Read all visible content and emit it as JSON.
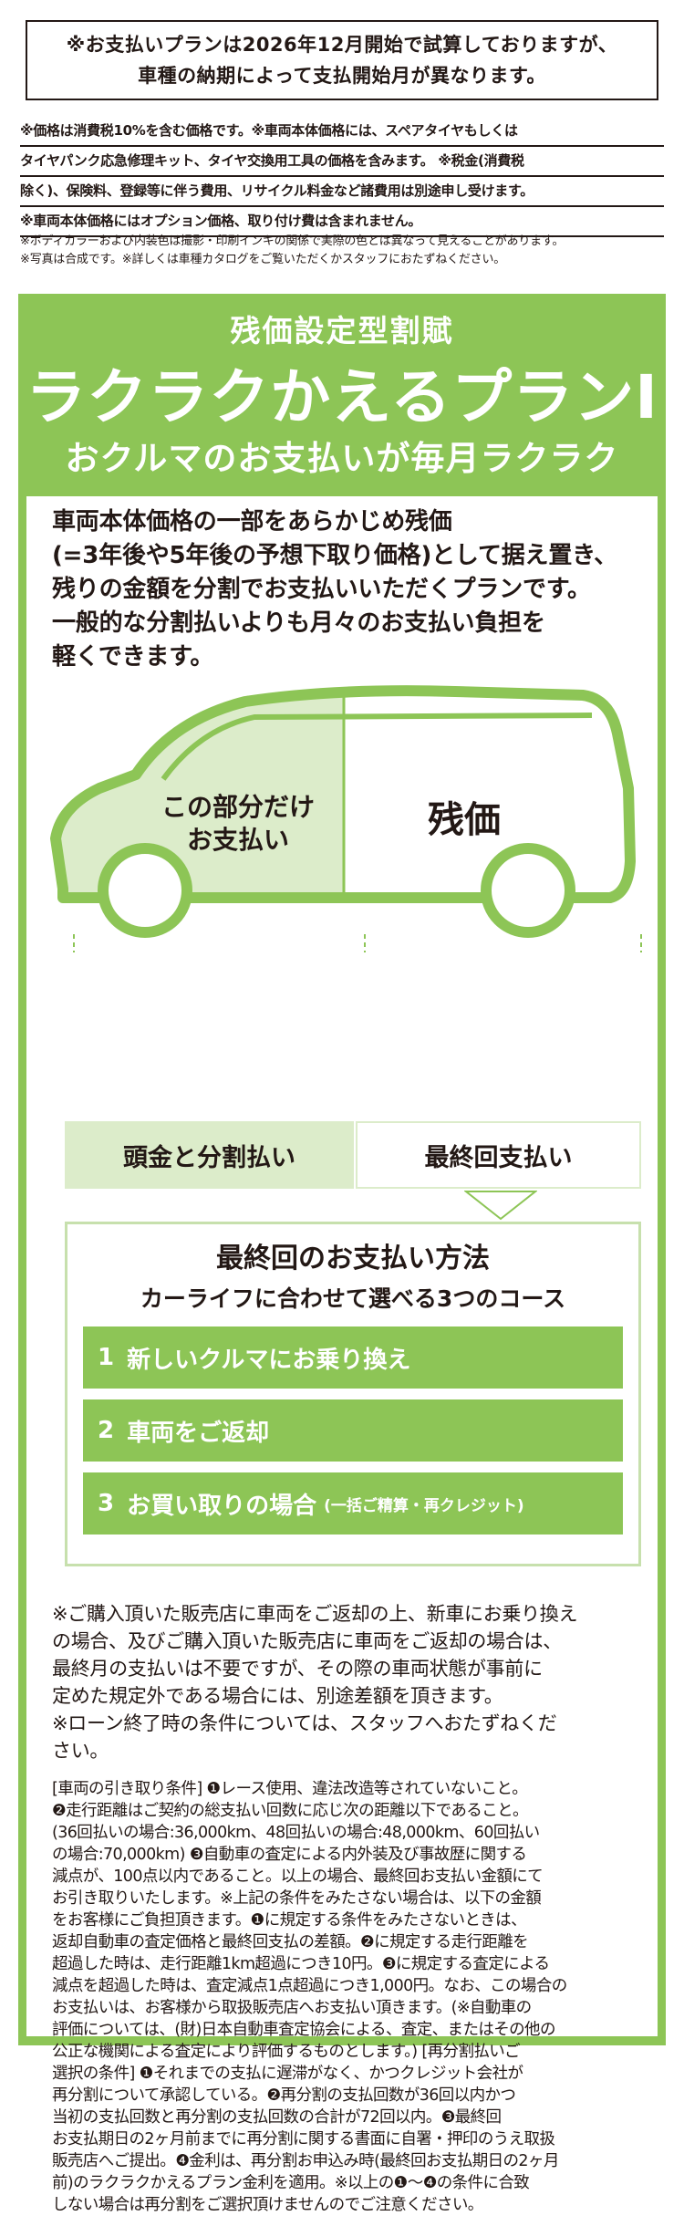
{
  "top_notice": {
    "lines": [
      "※お支払いプランは2026年12月開始で試算しておりますが、",
      "車種の納期によって支払開始月が異なります。"
    ]
  },
  "price_notes": [
    "※価格は消費税10%を含む価格です。※車両本体価格には、スペアタイヤもしくは",
    "タイヤパンク応急修理キット、タイヤ交換用工具の価格を含みます。 ※税金(消費税",
    "除く)、保険料、登録等に伴う費用、リサイクル料金など諸費用は別途申し受けます。",
    "※車両本体価格にはオプション価格、取り付け費は含まれません。"
  ],
  "fine_print": [
    "※ボディカラーおよび内装色は撮影・印刷インキの関係で実際の色とは異なって見えることがあります。",
    "※写真は合成です。※詳しくは車種カタログをご覧いただくかスタッフにおたずねください。"
  ],
  "plan": {
    "subtitle": "残価設定型割賦",
    "title": "ラクラクかえるプランⅠ",
    "tagline": "おクルマのお支払いが毎月ラクラク",
    "intro_lines": [
      "車両本体価格の一部をあらかじめ残価",
      "(=3年後や5年後の予想下取り価格)として据え置き、",
      "残りの金額を分割でお支払いいただくプランです。",
      "一般的な分割払いよりも月々のお支払い負担を",
      "軽くできます。"
    ],
    "car_left_label": [
      "この部分だけ",
      "お支払い"
    ],
    "car_right_label": "残価",
    "split_left": "頭金と分割払い",
    "split_right": "最終回支払い",
    "method_title": "最終回のお支払い方法",
    "method_subtitle": "カーライフに合わせて選べる3つのコース",
    "courses": [
      {
        "num": "1",
        "label": "新しいクルマにお乗り換え",
        "note": ""
      },
      {
        "num": "2",
        "label": "車両をご返却",
        "note": ""
      },
      {
        "num": "3",
        "label": "お買い取りの場合",
        "note": "(一括ご精算・再クレジット)"
      }
    ]
  },
  "notes": [
    "※ご購入頂いた販売店に車両をご返却の上、新車にお乗り換え",
    "の場合、及びご購入頂いた販売店に車両をご返却の場合は、",
    "最終月の支払いは不要ですが、その際の車両状態が事前に",
    "定めた規定外である場合には、別途差額を頂きます。",
    "※ローン終了時の条件については、スタッフへおたずねくだ",
    "さい。"
  ],
  "conditions": [
    "[車両の引き取り条件] ❶レース使用、違法改造等されていないこと。",
    "❷走行距離はご契約の総支払い回数に応じ次の距離以下であること。",
    "(36回払いの場合:36,000km、48回払いの場合:48,000km、60回払い",
    "の場合:70,000km) ❸自動車の査定による内外装及び事故歴に関する",
    "減点が、100点以内であること。以上の場合、最終回お支払い金額にて",
    "お引き取りいたします。※上記の条件をみたさない場合は、以下の金額",
    "をお客様にご負担頂きます。❶に規定する条件をみたさないときは、",
    "返却自動車の査定価格と最終回支払の差額。❷に規定する走行距離を",
    "超過した時は、走行距離1km超過につき10円。❸に規定する査定による",
    "減点を超過した時は、査定減点1点超過につき1,000円。なお、この場合の",
    "お支払いは、お客様から取扱販売店へお支払い頂きます。(※自動車の",
    "評価については、(財)日本自動車査定協会による、査定、またはその他の",
    "公正な機関による査定により評価するものとします。) [再分割払いご",
    "選択の条件] ❶それまでの支払に遅滞がなく、かつクレジット会社が",
    "再分割について承認している。❷再分割の支払回数が36回以内かつ",
    "当初の支払回数と再分割の支払回数の合計が72回以内。❸最終回",
    "お支払期日の2ヶ月前までに再分割に関する書面に自署・押印のうえ取扱",
    "販売店へご提出。❹金利は、再分割お申込み時(最終回お支払期日の2ヶ月",
    "前)のラクラクかえるプラン金利を適用。※以上の❶〜❹の条件に合致",
    "しない場合は再分割をご選択頂けませんのでご注意ください。"
  ],
  "colors": {
    "accent": "#8dc556",
    "accent_light": "#dcecca",
    "text": "#231815"
  }
}
